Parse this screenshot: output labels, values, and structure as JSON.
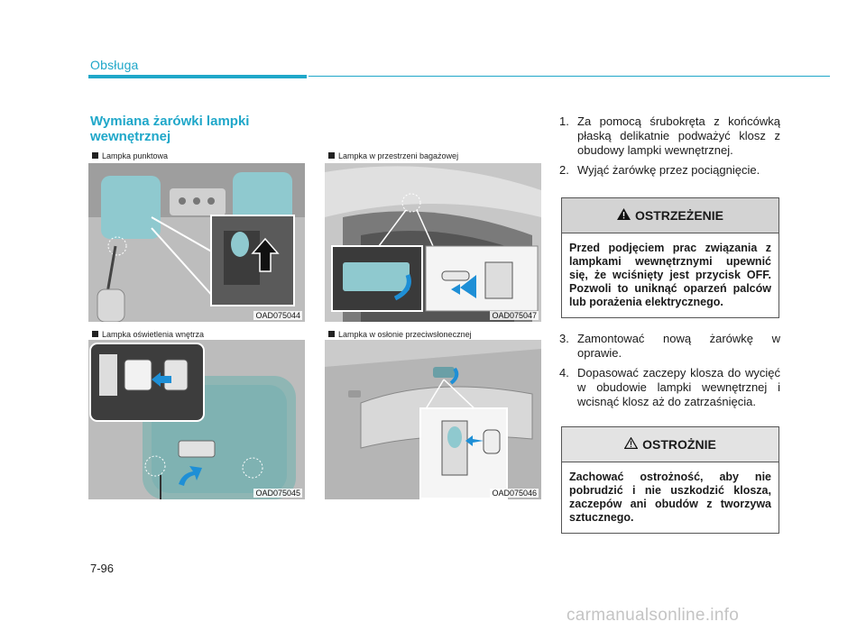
{
  "header": {
    "section": "Obsługa"
  },
  "heading": "Wymiana żarówki lampki wewnętrznej",
  "figures": [
    {
      "caption": "Lampka punktowa",
      "code": "OAD075044"
    },
    {
      "caption": "Lampka w przestrzeni bagażowej",
      "code": "OAD075047"
    },
    {
      "caption": "Lampka oświetlenia wnętrza",
      "code": "OAD075045"
    },
    {
      "caption": "Lampka w osłonie przeciwsłonecznej",
      "code": "OAD075046"
    }
  ],
  "steps_top": [
    {
      "num": "1.",
      "text": "Za pomocą śrubokręta z końcówką płaską delikatnie podważyć klosz z obudowy lampki wewnętrznej."
    },
    {
      "num": "2.",
      "text": "Wyjąć żarówkę przez pociągnięcie."
    }
  ],
  "warning": {
    "title": "OSTRZEŻENIE",
    "icon": "warning-filled-triangle-icon",
    "text": "Przed podjęciem prac związania z lampkami wewnętrznymi upewnić się, że wciśnięty jest przycisk OFF. Pozwoli to uniknąć oparzeń palców lub porażenia elektrycznego."
  },
  "steps_bottom": [
    {
      "num": "3.",
      "text": "Zamontować nową żarówkę w oprawie."
    },
    {
      "num": "4.",
      "text": "Dopasować zaczepy klosza do wycięć w obudowie lampki wewnętrznej i wcisnąć klosz aż do zatrzaśnięcia."
    }
  ],
  "caution": {
    "title": "OSTROŻNIE",
    "icon": "caution-outline-triangle-icon",
    "text": "Zachować ostrożność, aby nie pobrudzić i nie uszkodzić klosza, zaczepów ani obudów z tworzywa sztucznego."
  },
  "page_number": "7-96",
  "watermark": "carmanualsonline.info",
  "colors": {
    "accent": "#1fa7c9",
    "arrow": "#1e8fd6",
    "lens": "#8fc9cf"
  }
}
